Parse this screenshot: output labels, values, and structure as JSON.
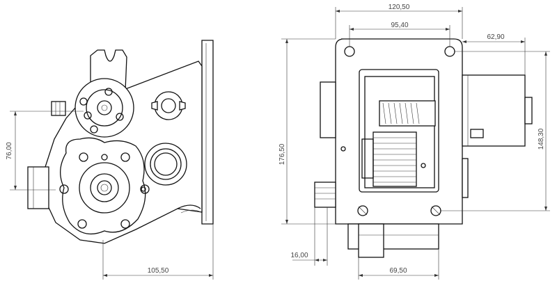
{
  "drawing": {
    "views": [
      "side-view",
      "front-view"
    ],
    "dimensions": {
      "height_left": "76,00",
      "width_left_bottom": "105,50",
      "width_top_overall": "120,50",
      "width_top_holes": "95,40",
      "width_right_motor": "62,90",
      "height_overall": "176,50",
      "height_right": "148,30",
      "offset_bottom_left": "16,00",
      "width_bottom_base": "69,50"
    },
    "colors": {
      "line": "#111111",
      "dimension": "#444444",
      "background": "#ffffff"
    }
  }
}
